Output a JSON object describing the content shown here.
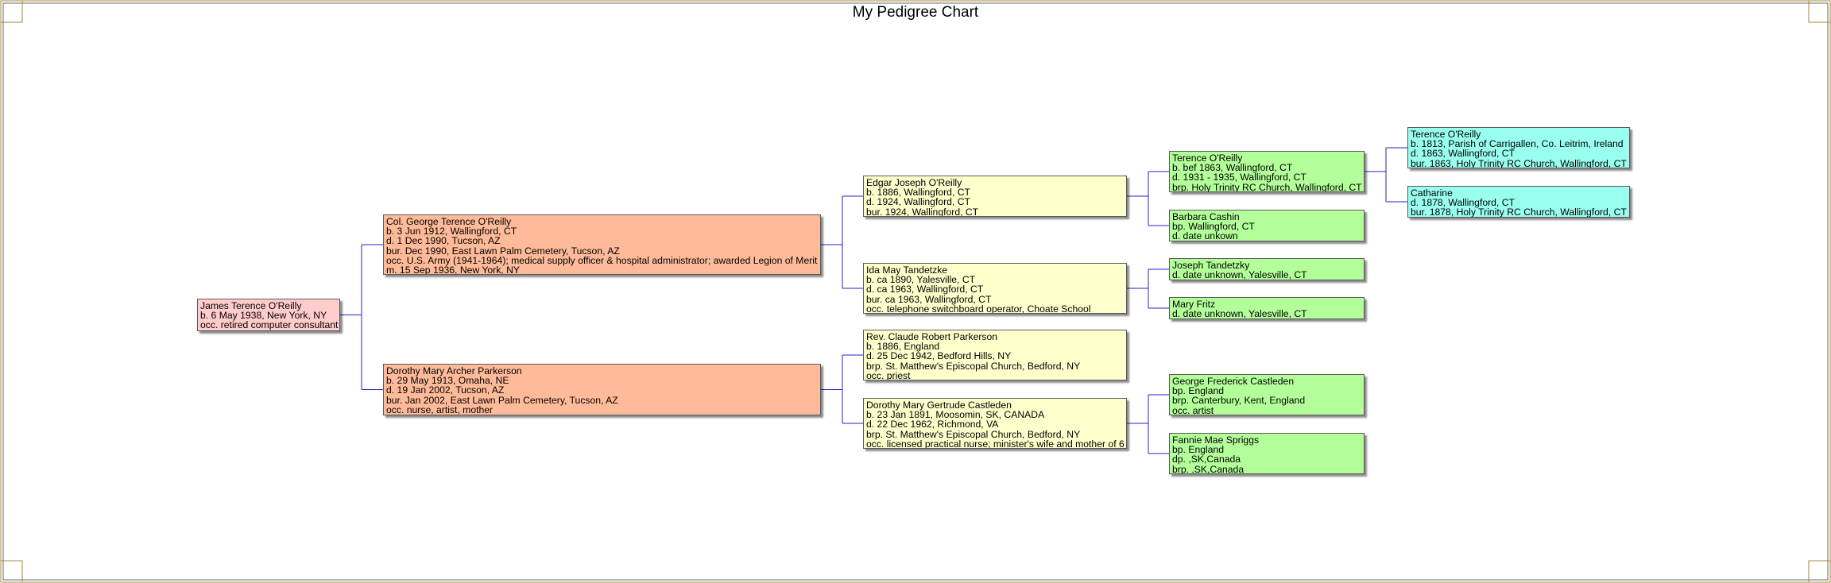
{
  "title": "My Pedigree Chart",
  "colors": {
    "frame": "#a08838",
    "connector": "#2222cc",
    "gen0": "#ffcccc",
    "gen1": "#ffbb99",
    "gen2": "#ffffcc",
    "gen3": "#b3ff99",
    "gen4": "#99ffee"
  },
  "people": [
    {
      "id": "james",
      "lines": [
        "James Terence O'Reilly",
        "b. 6 May 1938, New York, NY",
        "occ. retired computer consultant"
      ]
    },
    {
      "id": "george",
      "lines": [
        "Col. George Terence O'Reilly",
        "b. 3 Jun 1912, Wallingford, CT",
        "d. 1 Dec 1990, Tucson, AZ",
        "bur. Dec 1990, East Lawn Palm Cemetery, Tucson, AZ",
        "occ. U.S. Army (1941-1964); medical supply officer & hospital administrator; awarded Legion of Merit",
        "m. 15 Sep 1936, New York, NY"
      ]
    },
    {
      "id": "dorothy",
      "lines": [
        "Dorothy Mary Archer Parkerson",
        "b. 29 May 1913, Omaha, NE",
        "d. 19 Jan 2002, Tucson, AZ",
        "bur. Jan 2002, East Lawn Palm Cemetery, Tucson, AZ",
        "occ. nurse, artist, mother"
      ]
    },
    {
      "id": "edgar",
      "lines": [
        "Edgar Joseph O'Reilly",
        "b. 1886, Wallingford, CT",
        "d. 1924, Wallingford, CT",
        "bur. 1924, Wallingford, CT"
      ]
    },
    {
      "id": "ida",
      "lines": [
        "Ida May Tandetzke",
        "b. ca 1890, Yalesville, CT",
        "d. ca 1963, Wallingford, CT",
        "bur. ca 1963, Wallingford, CT",
        "occ. telephone switchboard operator, Choate School"
      ]
    },
    {
      "id": "claude",
      "lines": [
        "Rev. Claude Robert Parkerson",
        "b. 1886, England",
        "d. 25 Dec 1942, Bedford Hills, NY",
        "brp. St. Matthew's Episcopal Church, Bedford, NY",
        "occ. priest"
      ]
    },
    {
      "id": "dorothy_g",
      "lines": [
        "Dorothy Mary Gertrude Castleden",
        "b. 23 Jan 1891, Moosomin, SK, CANADA",
        "d. 22 Dec 1962, Richmond, VA",
        "brp. St. Matthew's Episcopal Church, Bedford, NY",
        "occ. licensed practical nurse; minister's wife and mother of 6"
      ]
    },
    {
      "id": "terence_b",
      "lines": [
        "Terence O'Reilly",
        "b. bef 1863, Wallingford, CT",
        "d. 1931 - 1935, Wallingford, CT",
        "brp. Holy Trinity RC Church, Wallingford, CT"
      ]
    },
    {
      "id": "barbara",
      "lines": [
        "Barbara Cashin",
        "bp. Wallingford, CT",
        "d. date unkown"
      ]
    },
    {
      "id": "joseph",
      "lines": [
        "Joseph Tandetzky",
        "d. date unknown, Yalesville, CT"
      ]
    },
    {
      "id": "mary",
      "lines": [
        "Mary Fritz",
        "d. date unknown, Yalesville, CT"
      ]
    },
    {
      "id": "george_f",
      "lines": [
        "George Frederick Castleden",
        "bp. England",
        "brp. Canterbury, Kent, England",
        "occ. artist"
      ]
    },
    {
      "id": "fannie",
      "lines": [
        "Fannie Mae Spriggs",
        "bp. England",
        "dp. ,SK,Canada",
        "brp. ,SK,Canada"
      ]
    },
    {
      "id": "terence_s",
      "lines": [
        "Terence O'Reilly",
        "b. 1813, Parish of Carrigallen, Co. Leitrim, Ireland",
        "d. 1863, Wallingford, CT",
        "bur. 1863, Holy Trinity RC Church, Wallingford, CT"
      ]
    },
    {
      "id": "catharine",
      "lines": [
        "Catharine",
        "d. 1878, Wallingford, CT",
        "bur. 1878, Holy Trinity RC Church, Wallingford, CT"
      ]
    }
  ]
}
